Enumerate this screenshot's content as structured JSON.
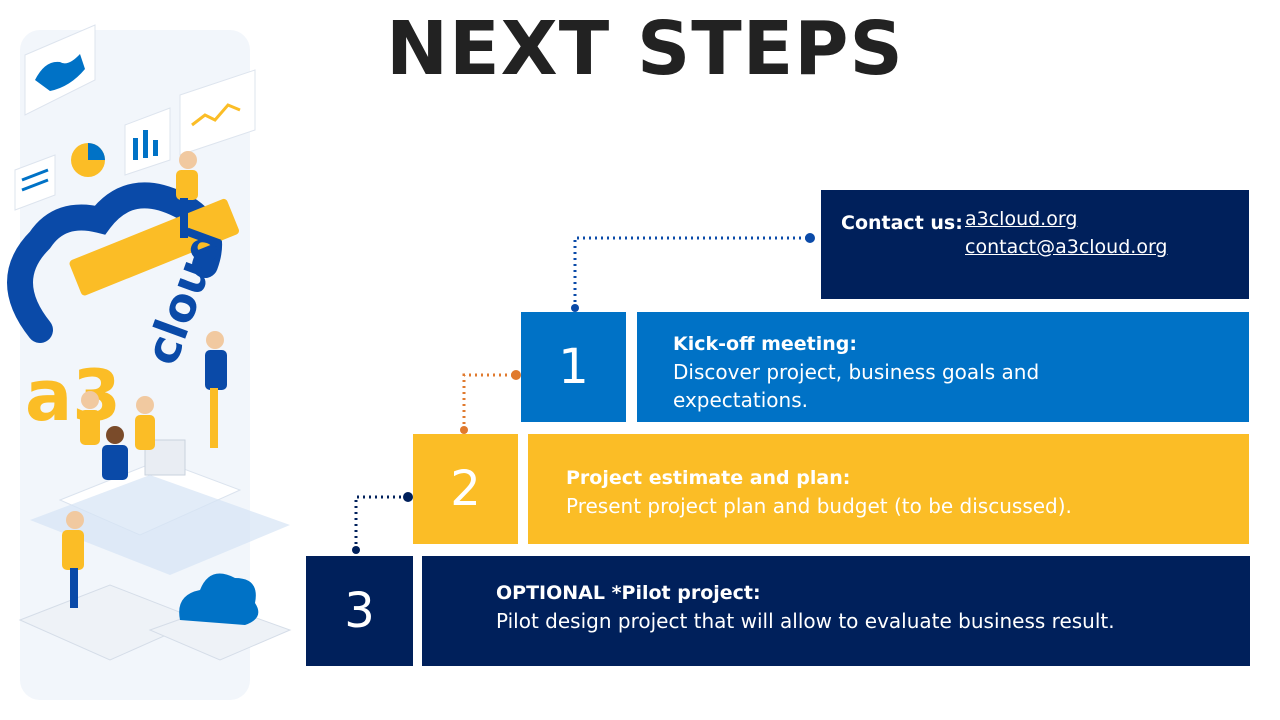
{
  "title": "NEXT STEPS",
  "colors": {
    "navy": "#00205b",
    "blue": "#0072c6",
    "yellow": "#fbbd26",
    "orange": "#e07a2e"
  },
  "contact": {
    "label": "Contact us:",
    "website": "a3cloud.org",
    "email": "contact@a3cloud.org"
  },
  "steps": [
    {
      "number": "1",
      "heading": "Kick-off meeting:",
      "line1": "Discover project, business goals and",
      "line2": "expectations."
    },
    {
      "number": "2",
      "heading": "Project estimate and plan:",
      "line1": "Present project plan and budget (to be discussed)."
    },
    {
      "number": "3",
      "heading": "OPTIONAL *Pilot project:",
      "line1": "Pilot design project that will allow to evaluate business result."
    }
  ],
  "illustration": {
    "brand_letters": "a3",
    "word": "cloud"
  }
}
